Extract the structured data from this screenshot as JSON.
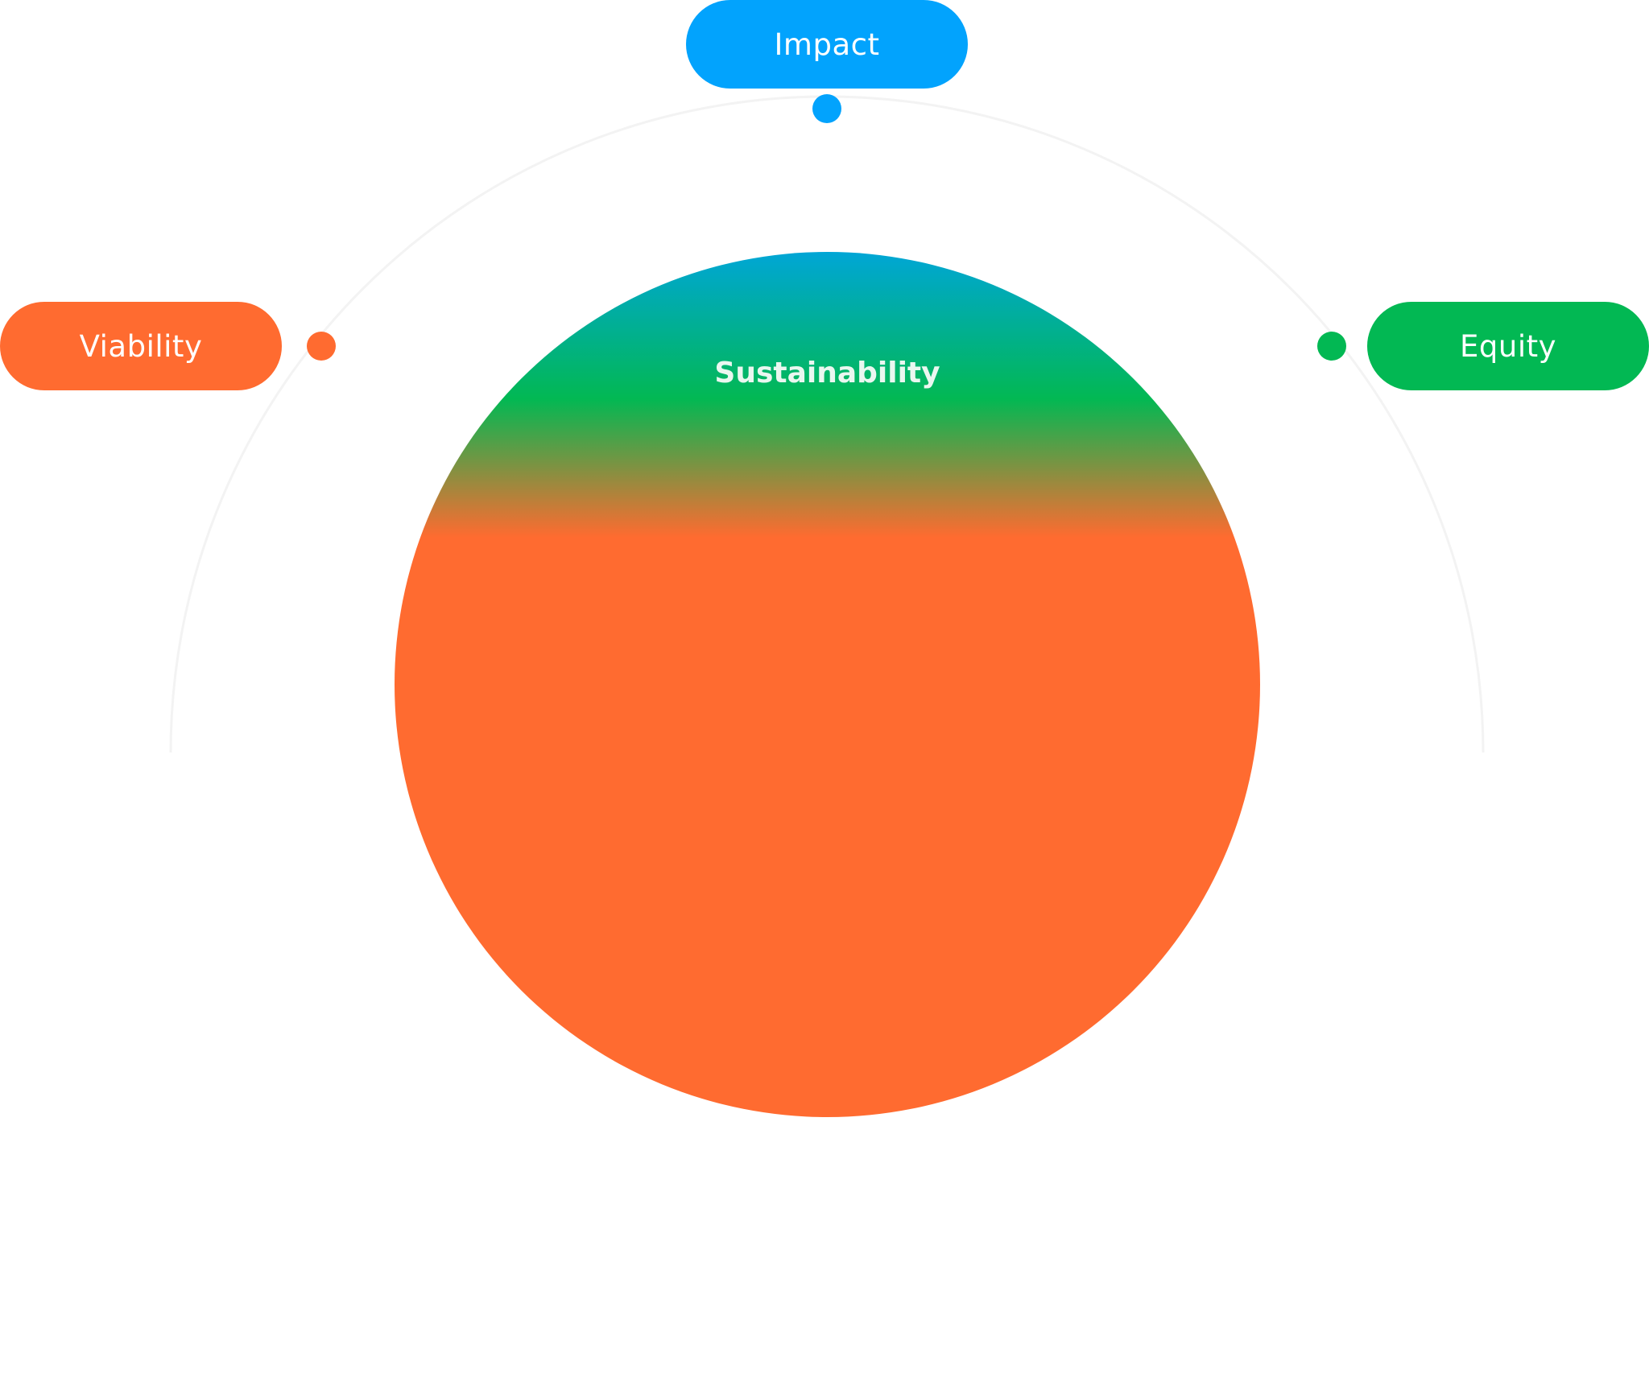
{
  "center": {
    "label": "Sustainability",
    "gradient_colors": [
      "#00A6D6",
      "#02B853",
      "#FF6B30"
    ]
  },
  "nodes": [
    {
      "key": "impact",
      "label": "Impact",
      "color": "#02A3FD"
    },
    {
      "key": "viability",
      "label": "Viability",
      "color": "#FF6B30"
    },
    {
      "key": "equity",
      "label": "Equity",
      "color": "#02B853"
    }
  ],
  "arc_color": "#F3F3F3"
}
